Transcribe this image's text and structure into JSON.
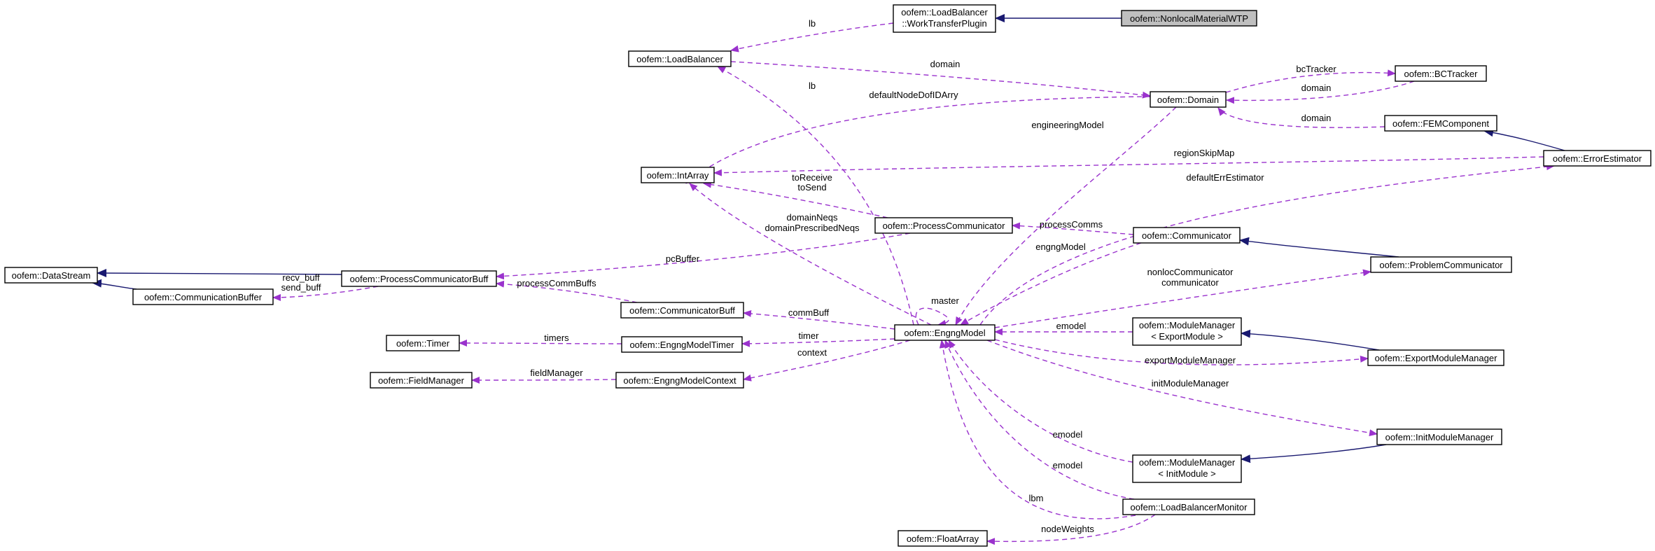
{
  "diagram": {
    "nodes": [
      {
        "id": "NonlocalMaterialWTP",
        "label": "oofem::NonlocalMaterialWTP",
        "focus": true
      },
      {
        "id": "WorkTransferPlugin",
        "lines": [
          "oofem::LoadBalancer",
          "::WorkTransferPlugin"
        ]
      },
      {
        "id": "LoadBalancer",
        "label": "oofem::LoadBalancer"
      },
      {
        "id": "Domain",
        "label": "oofem::Domain"
      },
      {
        "id": "BCTracker",
        "label": "oofem::BCTracker"
      },
      {
        "id": "FEMComponent",
        "label": "oofem::FEMComponent"
      },
      {
        "id": "ErrorEstimator",
        "label": "oofem::ErrorEstimator"
      },
      {
        "id": "IntArray",
        "label": "oofem::IntArray"
      },
      {
        "id": "ProcessCommunicator",
        "label": "oofem::ProcessCommunicator"
      },
      {
        "id": "Communicator",
        "label": "oofem::Communicator"
      },
      {
        "id": "ProblemCommunicator",
        "label": "oofem::ProblemCommunicator"
      },
      {
        "id": "DataStream",
        "label": "oofem::DataStream"
      },
      {
        "id": "ProcessCommunicatorBuff",
        "label": "oofem::ProcessCommunicatorBuff"
      },
      {
        "id": "CommunicationBuffer",
        "label": "oofem::CommunicationBuffer"
      },
      {
        "id": "CommunicatorBuff",
        "label": "oofem::CommunicatorBuff"
      },
      {
        "id": "EngngModel",
        "label": "oofem::EngngModel"
      },
      {
        "id": "Timer",
        "label": "oofem::Timer"
      },
      {
        "id": "EngngModelTimer",
        "label": "oofem::EngngModelTimer"
      },
      {
        "id": "ModuleManagerExport",
        "lines": [
          "oofem::ModuleManager",
          "< ExportModule >"
        ]
      },
      {
        "id": "ExportModuleManager",
        "label": "oofem::ExportModuleManager"
      },
      {
        "id": "FieldManager",
        "label": "oofem::FieldManager"
      },
      {
        "id": "EngngModelContext",
        "label": "oofem::EngngModelContext"
      },
      {
        "id": "InitModuleManager",
        "label": "oofem::InitModuleManager"
      },
      {
        "id": "ModuleManagerInit",
        "lines": [
          "oofem::ModuleManager",
          "< InitModule >"
        ]
      },
      {
        "id": "LoadBalancerMonitor",
        "label": "oofem::LoadBalancerMonitor"
      },
      {
        "id": "FloatArray",
        "label": "oofem::FloatArray"
      }
    ],
    "edges": [
      {
        "id": "inh-wtp",
        "kind": "inherit",
        "from": "NonlocalMaterialWTP",
        "to": "WorkTransferPlugin"
      },
      {
        "id": "inh-femc",
        "kind": "inherit",
        "from": "ErrorEstimator",
        "to": "FEMComponent"
      },
      {
        "id": "inh-probcomm",
        "kind": "inherit",
        "from": "ProblemCommunicator",
        "to": "Communicator"
      },
      {
        "id": "inh-pcb-ds",
        "kind": "inherit",
        "from": "ProcessCommunicatorBuff",
        "to": "DataStream"
      },
      {
        "id": "inh-cb-ds",
        "kind": "inherit",
        "from": "CommunicationBuffer",
        "to": "DataStream"
      },
      {
        "id": "inh-emm",
        "kind": "inherit",
        "from": "ExportModuleManager",
        "to": "ModuleManagerExport"
      },
      {
        "id": "inh-imm",
        "kind": "inherit",
        "from": "InitModuleManager",
        "to": "ModuleManagerInit"
      },
      {
        "id": "e-lb",
        "kind": "assoc",
        "from": "WorkTransferPlugin",
        "to": "LoadBalancer",
        "label": "lb"
      },
      {
        "id": "e-lb-domain",
        "kind": "assoc",
        "from": "LoadBalancer",
        "to": "Domain",
        "label": "domain"
      },
      {
        "id": "e-bctracker",
        "kind": "assoc",
        "from": "Domain",
        "to": "BCTracker",
        "label": "bcTracker"
      },
      {
        "id": "e-bct-domain",
        "kind": "assoc",
        "from": "BCTracker",
        "to": "Domain",
        "label": "domain"
      },
      {
        "id": "e-femc-domain",
        "kind": "assoc",
        "from": "FEMComponent",
        "to": "Domain",
        "label": "domain"
      },
      {
        "id": "e-defaultnode",
        "kind": "assoc",
        "from": "Domain",
        "to": "IntArray",
        "label": "defaultNodeDofIDArry"
      },
      {
        "id": "e-regionskip",
        "kind": "assoc",
        "from": "ErrorEstimator",
        "to": "IntArray",
        "label": "regionSkipMap"
      },
      {
        "id": "e-torecv",
        "kind": "assoc",
        "from": "ProcessCommunicator",
        "to": "IntArray",
        "lines": [
          "toReceive",
          "toSend"
        ]
      },
      {
        "id": "e-domneqs",
        "kind": "assoc",
        "from": "EngngModel",
        "to": "IntArray",
        "lines": [
          "domainNeqs",
          "domainPrescribedNeqs"
        ]
      },
      {
        "id": "e-lb-em",
        "kind": "assoc",
        "from": "EngngModel",
        "to": "LoadBalancer",
        "label": "lb"
      },
      {
        "id": "e-engmodel",
        "kind": "assoc",
        "from": "Domain",
        "to": "EngngModel",
        "label": "engineeringModel"
      },
      {
        "id": "e-deferr",
        "kind": "assoc",
        "from": "EngngModel",
        "to": "ErrorEstimator",
        "label": "defaultErrEstimator"
      },
      {
        "id": "e-proccomms",
        "kind": "assoc",
        "from": "Communicator",
        "to": "ProcessCommunicator",
        "label": "processComms"
      },
      {
        "id": "e-engngmodel",
        "kind": "assoc",
        "from": "Communicator",
        "to": "EngngModel",
        "label": "engngModel"
      },
      {
        "id": "e-pcbuffer",
        "kind": "assoc",
        "from": "ProcessCommunicator",
        "to": "ProcessCommunicatorBuff",
        "label": "pcBuffer"
      },
      {
        "id": "e-buff",
        "kind": "assoc",
        "from": "ProcessCommunicatorBuff",
        "to": "CommunicationBuffer",
        "lines": [
          "recv_buff",
          "send_buff"
        ]
      },
      {
        "id": "e-pcbuffs",
        "kind": "assoc",
        "from": "CommunicatorBuff",
        "to": "ProcessCommunicatorBuff",
        "label": "processCommBuffs"
      },
      {
        "id": "e-master",
        "kind": "assoc",
        "from": "EngngModel",
        "to": "EngngModel",
        "label": "master"
      },
      {
        "id": "e-commbuff",
        "kind": "assoc",
        "from": "EngngModel",
        "to": "CommunicatorBuff",
        "label": "commBuff"
      },
      {
        "id": "e-timer",
        "kind": "assoc",
        "from": "EngngModel",
        "to": "EngngModelTimer",
        "label": "timer"
      },
      {
        "id": "e-timers",
        "kind": "assoc",
        "from": "EngngModelTimer",
        "to": "Timer",
        "label": "timers"
      },
      {
        "id": "e-context",
        "kind": "assoc",
        "from": "EngngModel",
        "to": "EngngModelContext",
        "label": "context"
      },
      {
        "id": "e-fieldmgr",
        "kind": "assoc",
        "from": "EngngModelContext",
        "to": "FieldManager",
        "label": "fieldManager"
      },
      {
        "id": "e-nonloc",
        "kind": "assoc",
        "from": "EngngModel",
        "to": "ProblemCommunicator",
        "lines": [
          "nonlocCommunicator",
          "communicator"
        ]
      },
      {
        "id": "e-emodel-exp",
        "kind": "assoc",
        "from": "ModuleManagerExport",
        "to": "EngngModel",
        "label": "emodel"
      },
      {
        "id": "e-expmm",
        "kind": "assoc",
        "from": "EngngModel",
        "to": "ExportModuleManager",
        "label": "exportModuleManager"
      },
      {
        "id": "e-initmm",
        "kind": "assoc",
        "from": "EngngModel",
        "to": "InitModuleManager",
        "label": "initModuleManager"
      },
      {
        "id": "e-emodel-init",
        "kind": "assoc",
        "from": "ModuleManagerInit",
        "to": "EngngModel",
        "label": "emodel"
      },
      {
        "id": "e-emodel-lbm",
        "kind": "assoc",
        "from": "LoadBalancerMonitor",
        "to": "EngngModel",
        "label": "emodel"
      },
      {
        "id": "e-lbm",
        "kind": "assoc",
        "from": "EngngModel",
        "to": "LoadBalancerMonitor",
        "label": "lbm"
      },
      {
        "id": "e-nodeweights",
        "kind": "assoc",
        "from": "LoadBalancerMonitor",
        "to": "FloatArray",
        "label": "nodeWeights"
      }
    ],
    "colors": {
      "association": "#9a32cd",
      "inheritance": "#191970",
      "focus_fill": "#bfbfbf"
    }
  }
}
